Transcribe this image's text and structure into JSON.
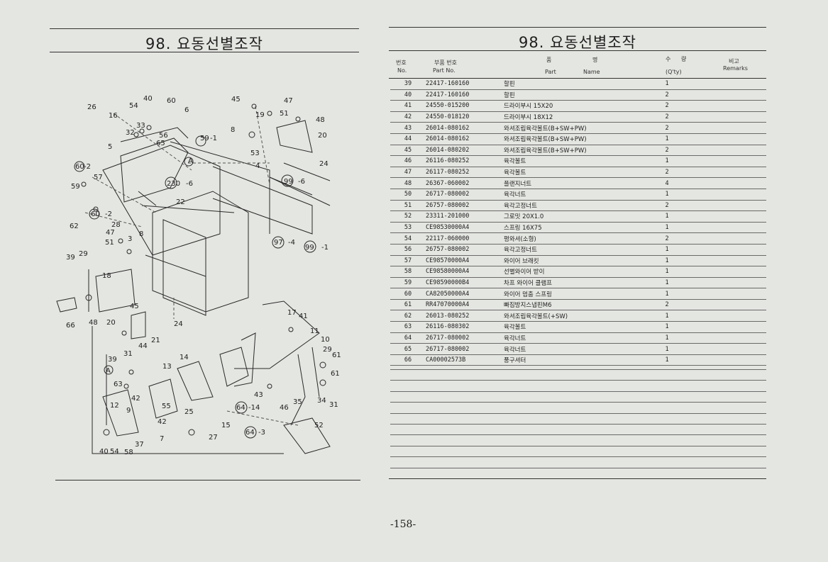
{
  "left_page": {
    "title": "98. 요동선별조작"
  },
  "right_page": {
    "title": "98. 요동선별조작",
    "headers": {
      "no_ko": "번호",
      "no_en": "No.",
      "part_ko": "부품 번호",
      "part_en": "Part   No.",
      "name_ko_1": "품",
      "name_ko_2": "명",
      "name_en_1": "Part",
      "name_en_2": "Name",
      "qty_ko_1": "수",
      "qty_ko_2": "량",
      "qty_en": "(Q'ty)",
      "remarks_ko": "비고",
      "remarks_en": "Remarks"
    },
    "rows": [
      {
        "no": "39",
        "part": "22417-160160",
        "name": "할핀",
        "qty": "1"
      },
      {
        "no": "40",
        "part": "22417-160160",
        "name": "할핀",
        "qty": "2"
      },
      {
        "no": "41",
        "part": "24550-015200",
        "name": "드라이부시 15X20",
        "qty": "2"
      },
      {
        "no": "42",
        "part": "24550-018120",
        "name": "드라이부시 18X12",
        "qty": "2"
      },
      {
        "no": "43",
        "part": "26014-080162",
        "name": "와셔조립육각볼트(B+SW+PW)",
        "qty": "2"
      },
      {
        "no": "44",
        "part": "26014-080162",
        "name": "와셔조립육각볼트(B+SW+PW)",
        "qty": "1"
      },
      {
        "no": "45",
        "part": "26014-080202",
        "name": "와셔조립육각볼트(B+SW+PW)",
        "qty": "2"
      },
      {
        "no": "46",
        "part": "26116-080252",
        "name": "육각볼트",
        "qty": "1"
      },
      {
        "no": "47",
        "part": "26117-080252",
        "name": "육각볼트",
        "qty": "2"
      },
      {
        "no": "48",
        "part": "26367-060002",
        "name": "플랜지너트",
        "qty": "4"
      },
      {
        "no": "50",
        "part": "26717-080002",
        "name": "육각너트",
        "qty": "1"
      },
      {
        "no": "51",
        "part": "26757-080002",
        "name": "육각고정너트",
        "qty": "2"
      },
      {
        "no": "52",
        "part": "23311-201000",
        "name": "그로밋 20X1.0",
        "qty": "1"
      },
      {
        "no": "53",
        "part": "CE98530000A4",
        "name": "스프링 16X75",
        "qty": "1"
      },
      {
        "no": "54",
        "part": "22117-060000",
        "name": "평와셔(소형)",
        "qty": "2"
      },
      {
        "no": "56",
        "part": "26757-080002",
        "name": "육각고정너트",
        "qty": "1"
      },
      {
        "no": "57",
        "part": "CE98570000A4",
        "name": "와이어 브래킷",
        "qty": "1"
      },
      {
        "no": "58",
        "part": "CE98580000A4",
        "name": "선별와이어 받이",
        "qty": "1"
      },
      {
        "no": "59",
        "part": "CE98590000B4",
        "name": "차프 와이어 클램프",
        "qty": "1"
      },
      {
        "no": "60",
        "part": "CA82050000A4",
        "name": "와이어 멈춤 스프링",
        "qty": "1"
      },
      {
        "no": "61",
        "part": "RR47070000A4",
        "name": "빠짐방지스냅핀M6",
        "qty": "2"
      },
      {
        "no": "62",
        "part": "26013-080252",
        "name": "와셔조립육각볼트(+SW)",
        "qty": "1"
      },
      {
        "no": "63",
        "part": "26116-080302",
        "name": "육각볼트",
        "qty": "1"
      },
      {
        "no": "64",
        "part": "26717-080002",
        "name": "육각너트",
        "qty": "1"
      },
      {
        "no": "65",
        "part": "26717-080002",
        "name": "육각너트",
        "qty": "1"
      },
      {
        "no": "66",
        "part": "CA00002573B",
        "name": "풍구셔터",
        "qty": "1"
      }
    ]
  },
  "diagram": {
    "callouts": [
      "26",
      "16",
      "54",
      "40",
      "60",
      "6",
      "33",
      "32",
      "56",
      "5",
      "65",
      "59",
      "-1",
      "60",
      "-2",
      "57",
      "59",
      "62",
      "60",
      "-2",
      "28",
      "47",
      "51",
      "3",
      "8",
      "39",
      "29",
      "18",
      "45",
      "66",
      "48",
      "20",
      "24",
      "21",
      "44",
      "22",
      "230",
      "-6",
      "45",
      "47",
      "19",
      "51",
      "48",
      "8",
      "20",
      "53",
      "4",
      "24",
      "99",
      "-6",
      "97",
      "-4",
      "99",
      "-1",
      "17",
      "41",
      "11",
      "10",
      "29",
      "61",
      "61",
      "14",
      "13",
      "31",
      "39",
      "A",
      "A",
      "63",
      "12",
      "42",
      "25",
      "15",
      "43",
      "46",
      "35",
      "34",
      "31",
      "64",
      "-14",
      "64",
      "-3",
      "52",
      "27",
      "37",
      "7",
      "42",
      "40",
      "54",
      "58",
      "55",
      "9"
    ]
  },
  "footer": {
    "page_number": "-158-"
  }
}
